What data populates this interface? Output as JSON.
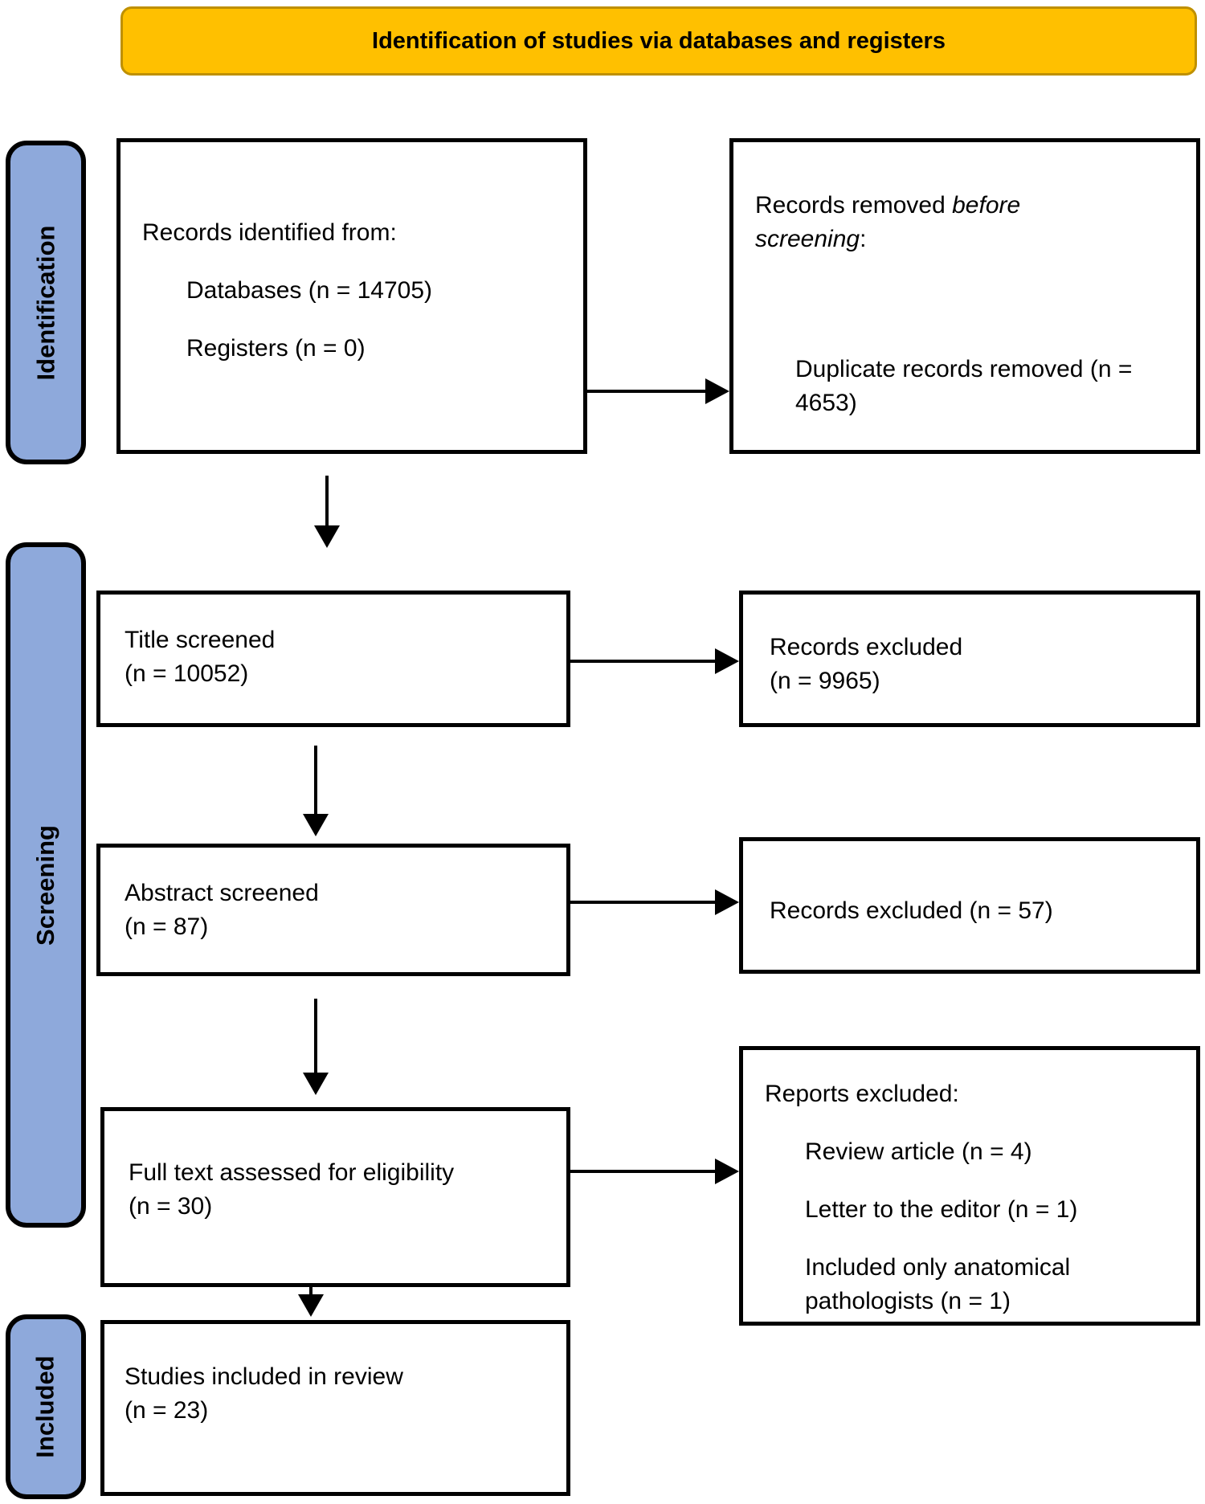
{
  "banner": {
    "title": "Identification of studies via databases and registers"
  },
  "sidebars": {
    "identification": "Identification",
    "screening": "Screening",
    "included": "Included"
  },
  "boxes": {
    "records_identified": {
      "heading": "Records identified from:",
      "databases_line": "Databases (n = 14705)",
      "registers_line": "Registers (n = 0)"
    },
    "records_removed": {
      "heading_prefix": "Records removed ",
      "heading_italic": "before screening",
      "heading_suffix": ":",
      "duplicate_line": "Duplicate records removed (n = 4653)"
    },
    "title_screened": {
      "line1": "Title screened",
      "line2": "(n = 10052)"
    },
    "records_excluded_title": {
      "line1": "Records excluded",
      "line2": "(n = 9965)"
    },
    "abstract_screened": {
      "line1": "Abstract screened",
      "line2": "(n = 87)"
    },
    "records_excluded_abstract": {
      "line1": "Records excluded (n = 57)"
    },
    "full_text_assessed": {
      "line1": "Full text assessed for eligibility",
      "line2": "(n = 30)"
    },
    "reports_excluded": {
      "heading": "Reports excluded:",
      "items": [
        "Review article (n = 4)",
        "Letter to the editor (n = 1)",
        "Included only anatomical pathologists (n = 1)"
      ]
    },
    "studies_included": {
      "line1": "Studies included in review",
      "line2": "(n = 23)"
    }
  },
  "colors": {
    "banner_fill": "#FFC000",
    "banner_border": "#BF9000",
    "sidebar_fill": "#8EA9DB",
    "box_border": "#000000",
    "arrow": "#000000"
  }
}
